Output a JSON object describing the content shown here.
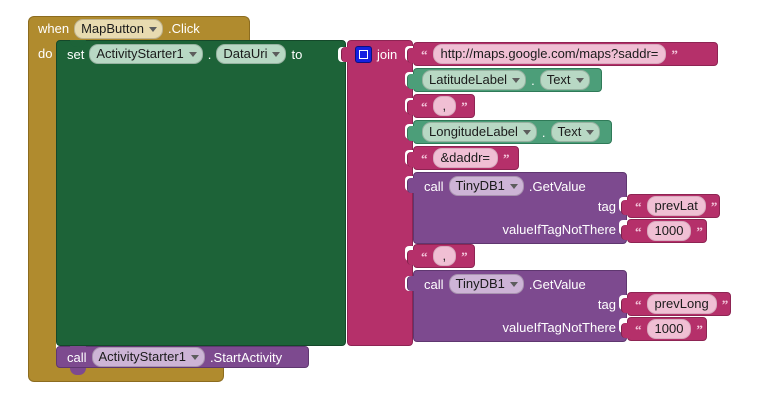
{
  "editor": {
    "name": "app-inventor-blocks-editor",
    "background": "#ffffff"
  },
  "colors": {
    "event_block": "#b08b2e",
    "setter_block": "#1d6338",
    "getter_block": "#4c9e79",
    "text_block": "#b5306a",
    "join_block": "#b5306a",
    "call_block": "#7d4a8f",
    "mutator_icon": "#1420e0"
  },
  "event": {
    "keyword": "when",
    "component": "MapButton",
    "event_name": ".Click",
    "body_label": "do"
  },
  "setter": {
    "keyword": "set",
    "component": "ActivityStarter1",
    "property": "DataUri",
    "dot": ".",
    "to_label": "to"
  },
  "join": {
    "label": "join",
    "mutator_icon": "mutator-gear-icon"
  },
  "join_items": [
    {
      "kind": "text",
      "value": "http://maps.google.com/maps?saddr="
    },
    {
      "kind": "getter",
      "component": "LatitudeLabel",
      "property": "Text",
      "dot": "."
    },
    {
      "kind": "text",
      "value": ","
    },
    {
      "kind": "getter",
      "component": "LongitudeLabel",
      "property": "Text",
      "dot": "."
    },
    {
      "kind": "text",
      "value": "&daddr="
    },
    {
      "kind": "call",
      "keyword": "call",
      "component": "TinyDB1",
      "method": ".GetValue",
      "args": [
        {
          "label": "tag",
          "value": "prevLat"
        },
        {
          "label": "valueIfTagNotThere",
          "value": "1000"
        }
      ]
    },
    {
      "kind": "text",
      "value": ","
    },
    {
      "kind": "call",
      "keyword": "call",
      "component": "TinyDB1",
      "method": ".GetValue",
      "args": [
        {
          "label": "tag",
          "value": "prevLong"
        },
        {
          "label": "valueIfTagNotThere",
          "value": "1000"
        }
      ]
    }
  ],
  "start_activity": {
    "keyword": "call",
    "component": "ActivityStarter1",
    "method": ".StartActivity"
  }
}
